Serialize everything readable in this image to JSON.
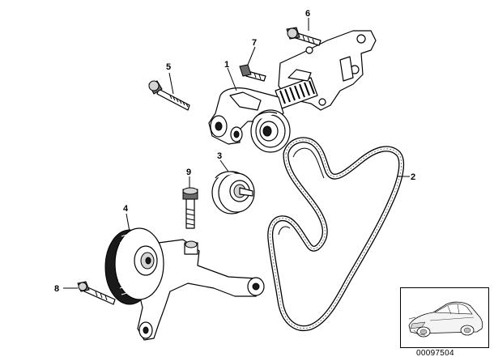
{
  "callouts": {
    "c1": "1",
    "c2": "2",
    "c3": "3",
    "c4": "4",
    "c5": "5",
    "c6": "6",
    "c7": "7",
    "c8": "8",
    "c9": "9"
  },
  "reference_code": "00097504",
  "icons": {
    "thumbnail": "car-silhouette-icon"
  }
}
